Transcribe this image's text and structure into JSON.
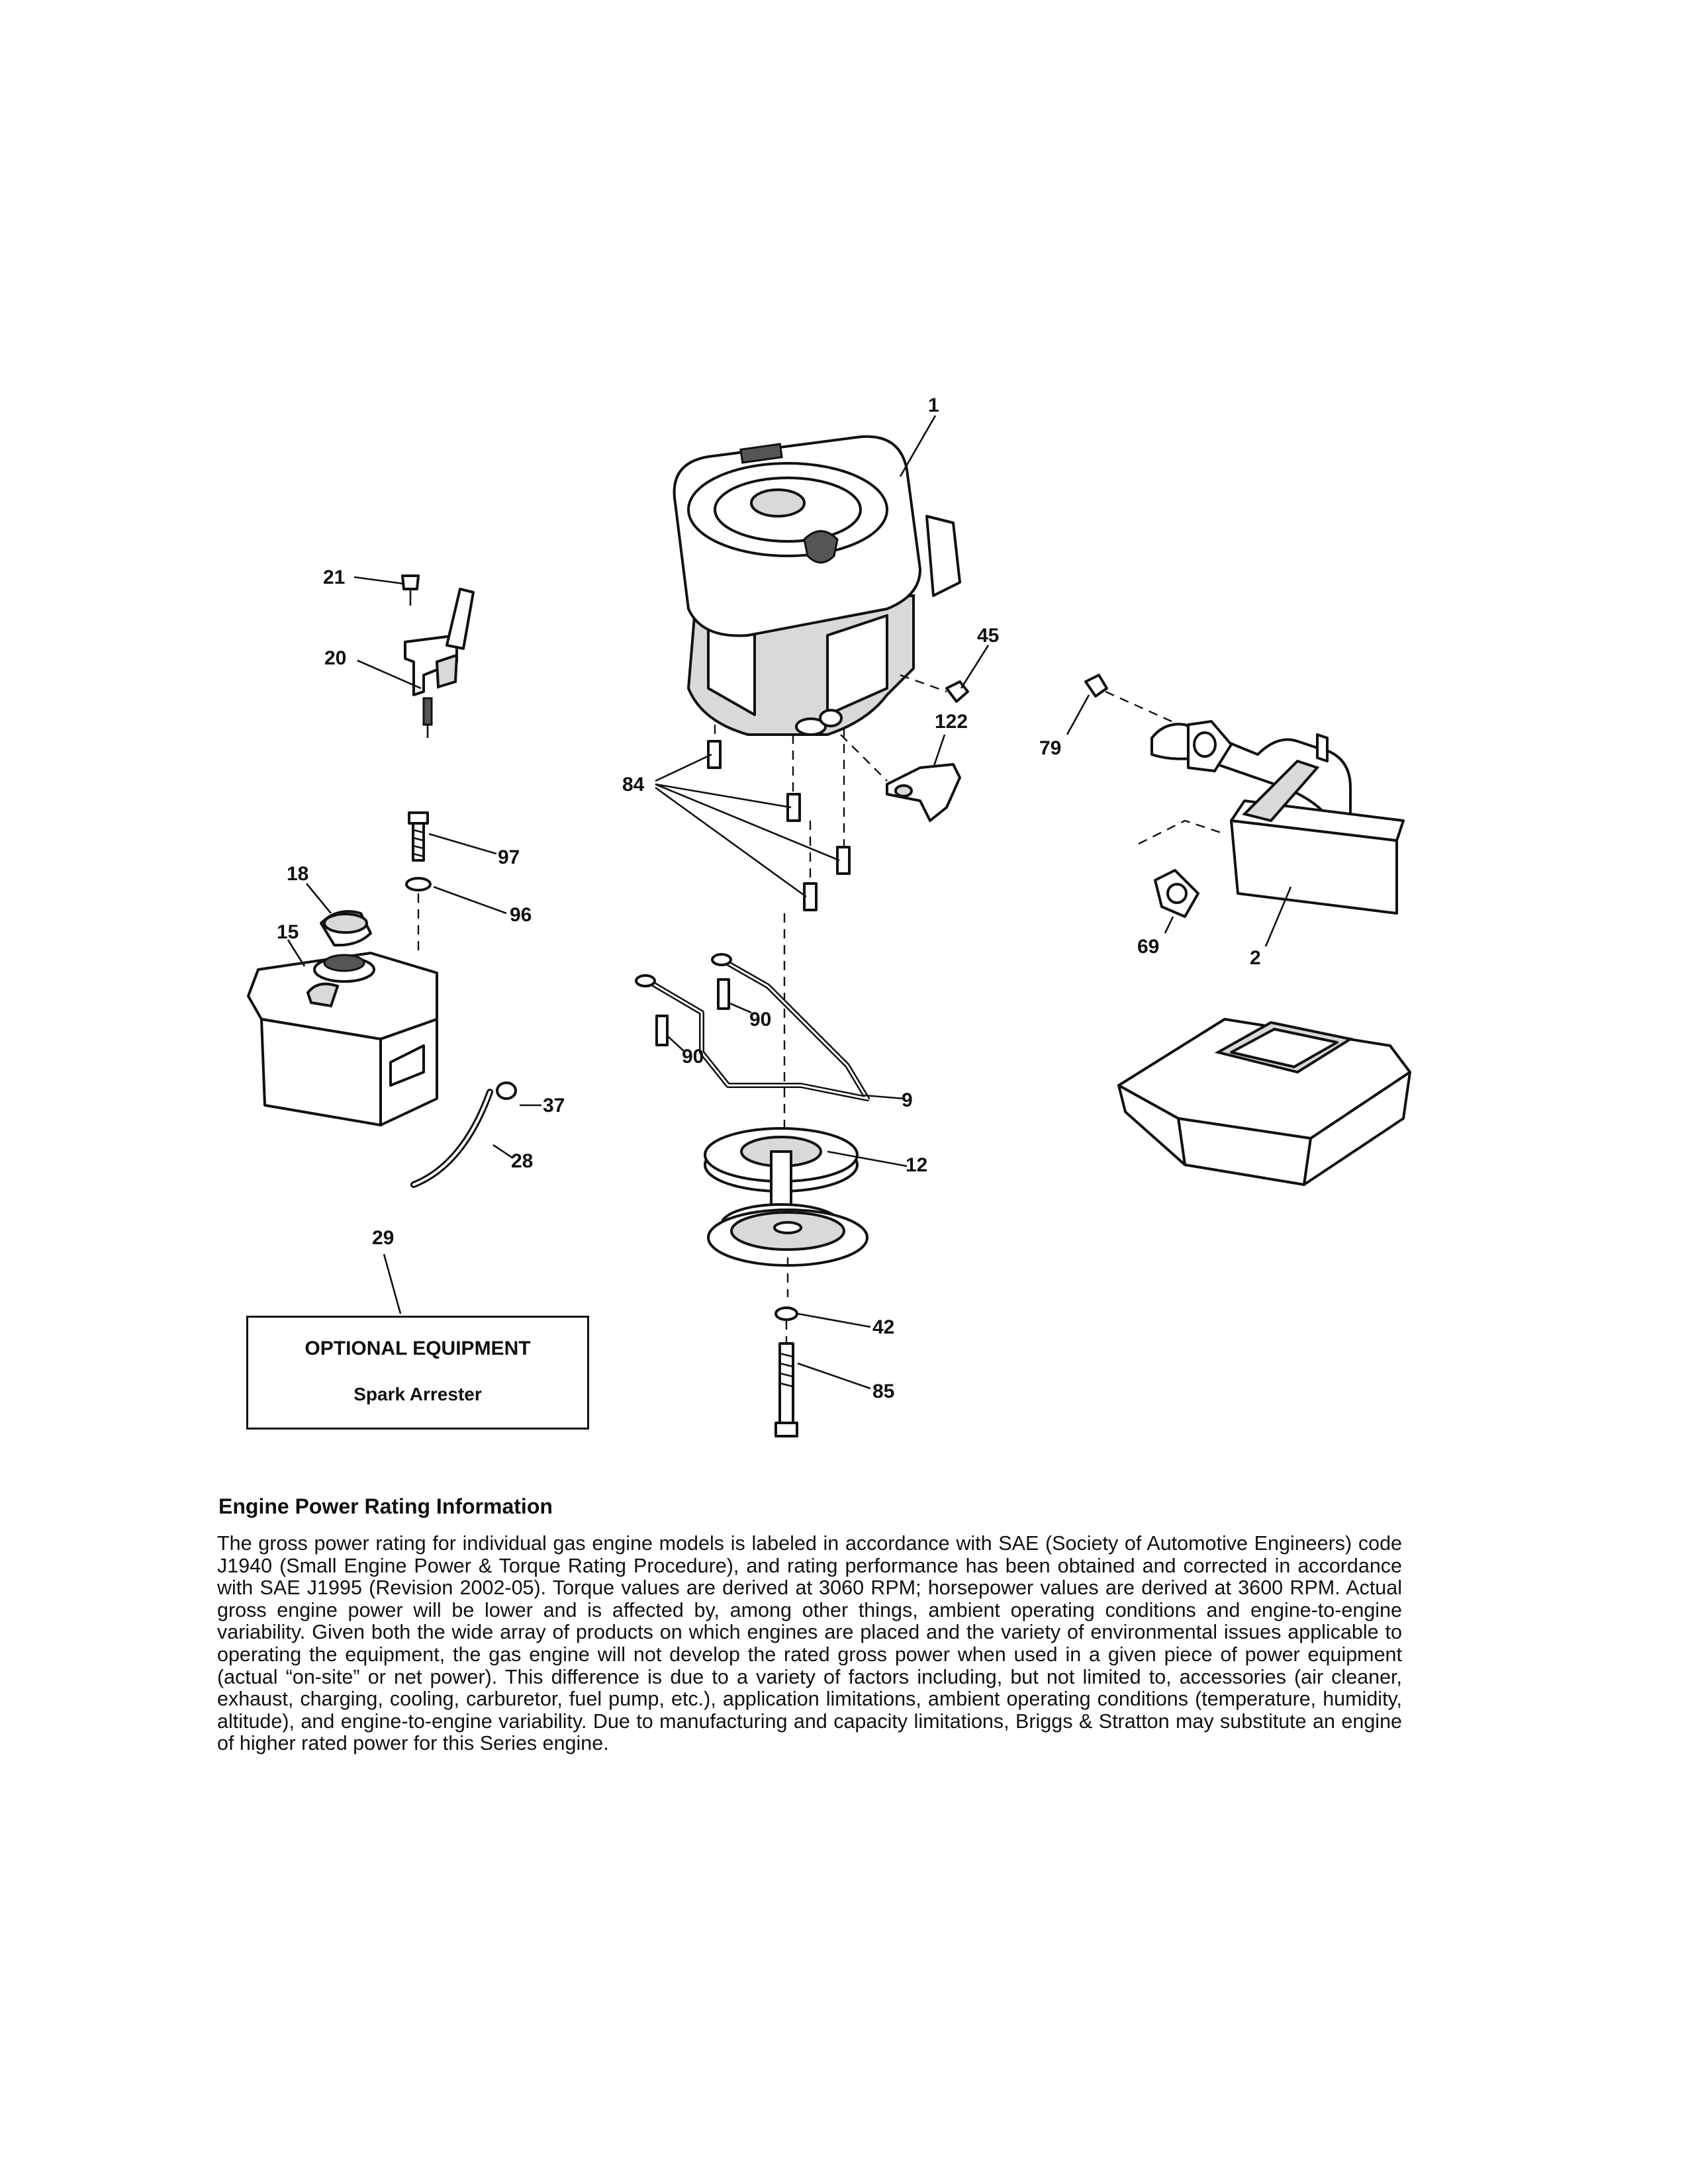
{
  "callouts": {
    "c1": "1",
    "c2": "2",
    "c9": "9",
    "c12": "12",
    "c15": "15",
    "c18": "18",
    "c20": "20",
    "c21": "21",
    "c28": "28",
    "c29": "29",
    "c37": "37",
    "c42": "42",
    "c45": "45",
    "c69": "69",
    "c79": "79",
    "c84": "84",
    "c85": "85",
    "c90a": "90",
    "c90b": "90",
    "c96": "96",
    "c97": "97",
    "c122": "122"
  },
  "optional_box": {
    "title": "OPTIONAL EQUIPMENT",
    "item": "Spark Arrester"
  },
  "rating": {
    "heading": "Engine Power Rating Information",
    "body": "The gross power rating for individual gas engine models is labeled in accordance with SAE (Society of Automotive Engineers) code J1940 (Small Engine Power & Torque Rating Procedure), and rating performance has been obtained and corrected in accordance with SAE J1995 (Revision 2002-05). Torque values are derived at 3060 RPM; horsepower values are derived at 3600 RPM. Actual gross engine power will be lower and is affected by, among other things, ambient operating conditions and engine-to-engine variability. Given both the wide array of products on which engines are placed and the variety of environmental issues applicable to operating the equipment, the gas engine will not develop the rated gross power when used in a given piece of power equipment (actual “on-site” or net power). This difference is due to a variety of factors including, but not limited to, accessories (air cleaner, exhaust, charging, cooling, carburetor, fuel pump, etc.), application limitations, ambient operating conditions (temperature, humidity, altitude), and engine-to-engine variability. Due to manufacturing and capacity limitations, Briggs & Stratton may substitute an engine of higher rated power for this Series engine."
  }
}
